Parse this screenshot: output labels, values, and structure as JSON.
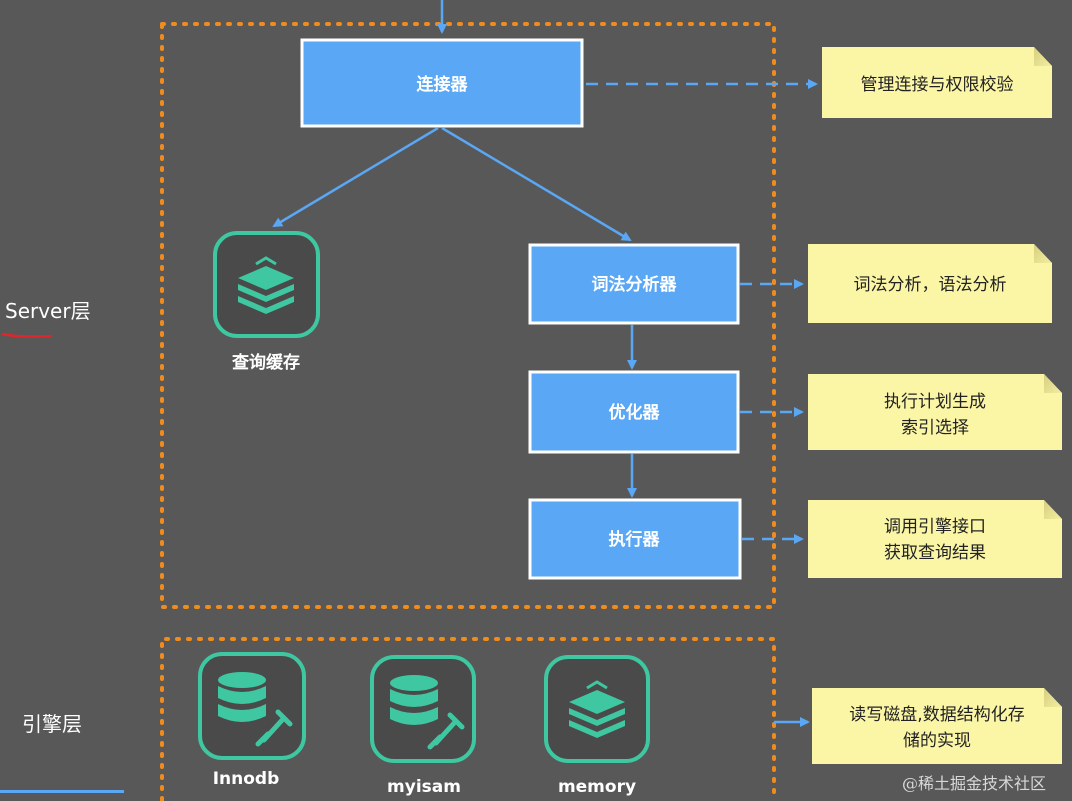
{
  "layers": {
    "server": "Server层",
    "engine": "引擎层"
  },
  "nodes": {
    "connector": "连接器",
    "query_cache": "查询缓存",
    "parser": "词法分析器",
    "optimizer": "优化器",
    "executor": "执行器"
  },
  "notes": {
    "connector": [
      "管理连接与权限校验"
    ],
    "parser": [
      "词法分析，语法分析"
    ],
    "optimizer": [
      "执行计划生成",
      "索引选择"
    ],
    "executor": [
      "调用引擎接口",
      "获取查询结果"
    ],
    "engine": [
      "读写磁盘,数据结构化存",
      "储的实现"
    ]
  },
  "engines": {
    "innodb": "Innodb",
    "myisam": "myisam",
    "memory": "memory"
  },
  "watermark": "@稀土掘金技术社区",
  "colors": {
    "background": "#585858",
    "node_fill": "#5aa7f5",
    "node_border": "#ffffff",
    "dotted_border": "#f08c1e",
    "arrow": "#5aa7f5",
    "note_fill": "#fbf5a6",
    "icon_accent": "#3ec7a0",
    "red_mark": "#e0262a"
  }
}
